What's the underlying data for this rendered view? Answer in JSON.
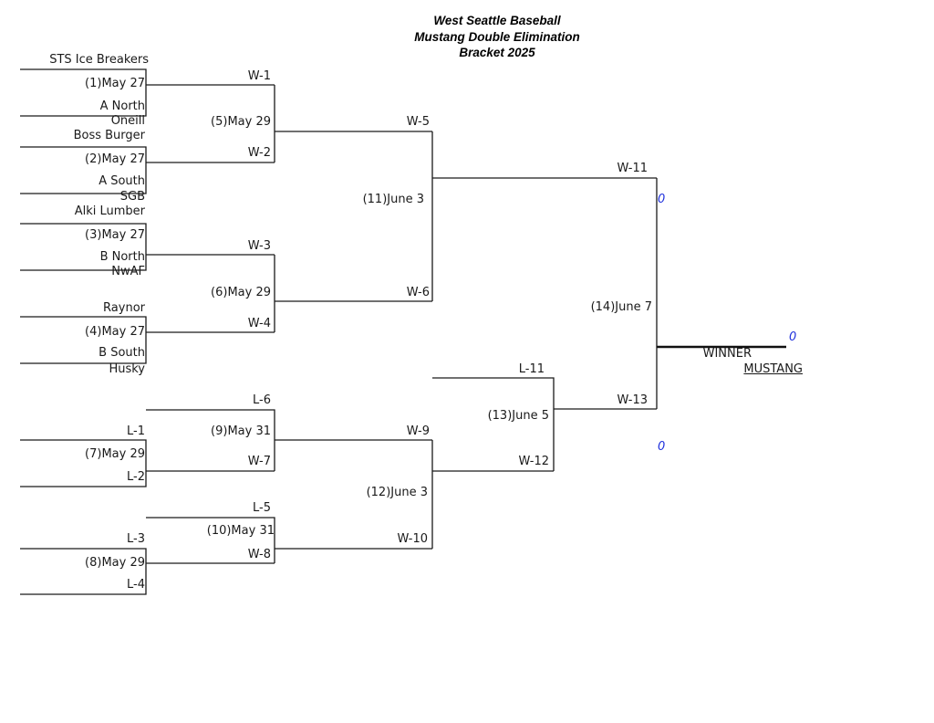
{
  "header": {
    "line1": "West Seattle Baseball",
    "line2": "Mustang Double Elimination",
    "line3": "Bracket 2025"
  },
  "round1": {
    "m1_team_a": "STS Ice Breakers",
    "m1_game": "(1)May 27",
    "m1_team_b": "A North",
    "m2_team_a": "Oneill",
    "m2_team_a2": "Boss Burger",
    "m2_game": "(2)May 27",
    "m2_team_b": "A South",
    "m3_team_a": "SGB",
    "m3_team_a2": "Alki Lumber",
    "m3_game": "(3)May 27",
    "m3_team_b": "B North",
    "m4_team_a": "NwAF",
    "m4_team_a2": "Raynor",
    "m4_game": "(4)May 27",
    "m4_team_b": "B South",
    "m4_team_b2": "Husky"
  },
  "round2": {
    "w1": "W-1",
    "g5": "(5)May 29",
    "w2": "W-2",
    "w3": "W-3",
    "g6": "(6)May 29",
    "w4": "W-4"
  },
  "round3": {
    "w5": "W-5",
    "g11": "(11)June 3",
    "w6": "W-6"
  },
  "final": {
    "w11": "W-11",
    "score_top": "0",
    "g14": "(14)June 7",
    "w13": "W-13",
    "score_bottom": "0",
    "winner_score": "0",
    "winner_label": "WINNER",
    "winner_name": "MUSTANG"
  },
  "losers": {
    "l1": "L-1",
    "g7": "(7)May 29",
    "l2": "L-2",
    "l3": "L-3",
    "g8": "(8)May 29",
    "l4": "L-4",
    "l6": "L-6",
    "g9": "(9)May 31",
    "w7": "W-7",
    "l5": "L-5",
    "g10": "(10)May 31",
    "w8": "W-8",
    "w9": "W-9",
    "g12": "(12)June 3",
    "w10": "W-10",
    "l11": "L-11",
    "g13": "(13)June 5",
    "w12": "W-12"
  }
}
